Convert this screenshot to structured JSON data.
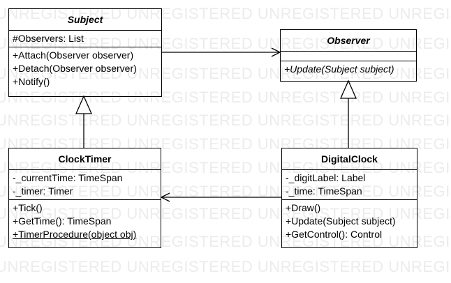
{
  "watermark": {
    "text": "UNREGISTERED UNREGISTERED UNREGISTERED UNREGISTERED UNREGISTERED"
  },
  "classes": {
    "subject": {
      "name": "Subject",
      "attributes": [
        "#Observers: List"
      ],
      "operations": [
        "+Attach(Observer observer)",
        "+Detach(Observer observer)",
        "+Notify()"
      ]
    },
    "observer": {
      "name": "Observer",
      "operations": [
        "+Update(Subject subject)"
      ]
    },
    "clock_timer": {
      "name": "ClockTimer",
      "attributes": [
        "-_currentTime: TimeSpan",
        "-_timer: Timer"
      ],
      "operations": [
        "+Tick()",
        "+GetTime(): TimeSpan",
        "+TimerProcedure(object obj)"
      ]
    },
    "digital_clock": {
      "name": "DigitalClock",
      "attributes": [
        "-_digitLabel: Label",
        "-_time: TimeSpan"
      ],
      "operations": [
        "+Draw()",
        "+Update(Subject subject)",
        "+GetControl(): Control"
      ]
    }
  },
  "colors": {
    "line": "#000000",
    "watermark": "#ececec",
    "background": "#ffffff"
  }
}
